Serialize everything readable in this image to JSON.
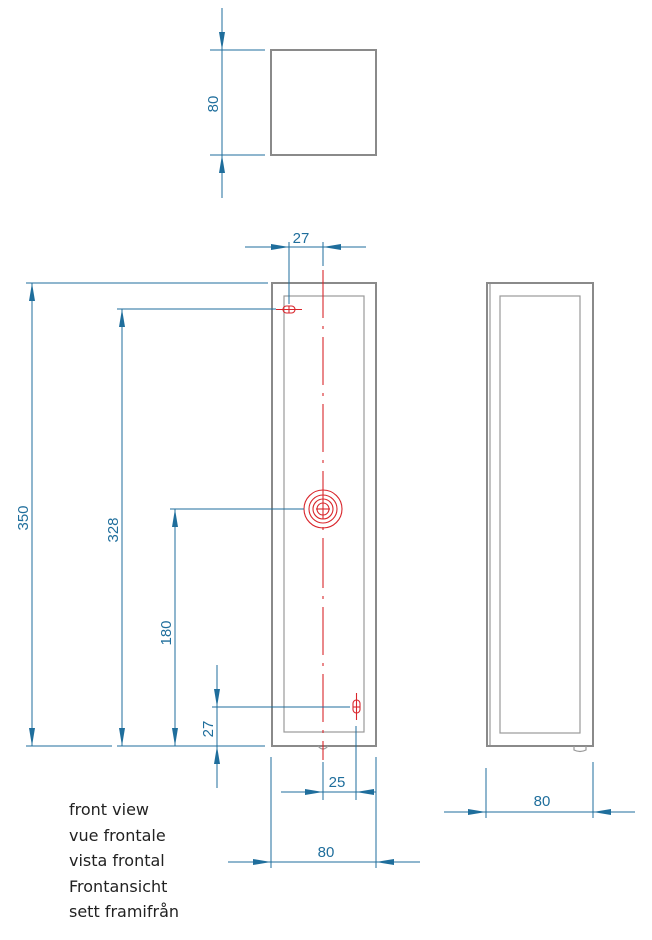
{
  "drawing": {
    "top_view": {
      "dimension_height": "80"
    },
    "front_view": {
      "dimension_top_offset": "27",
      "dimension_total_height": "350",
      "dimension_upper_hole_height": "328",
      "dimension_center_height": "180",
      "dimension_lower_hole_height": "27",
      "dimension_lower_hole_offset": "25",
      "dimension_width": "80"
    },
    "side_view": {
      "dimension_width": "80"
    },
    "colors": {
      "dimension": "#1f6e9c",
      "centerline": "#d9262c",
      "outline": "#8a8a8a"
    }
  },
  "caption": [
    "front view",
    "vue frontale",
    "vista frontal",
    "Frontansicht",
    "sett framifrån"
  ]
}
